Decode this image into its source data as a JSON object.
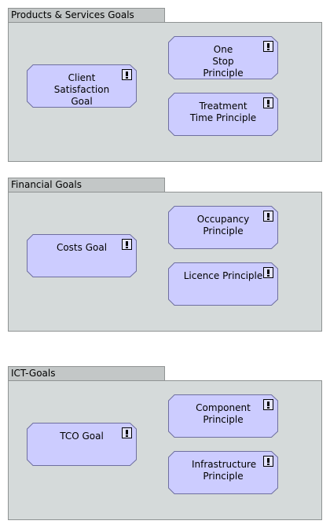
{
  "groups": [
    {
      "title": "Products & Services Goals",
      "nodes": [
        {
          "label": "Client Satisfaction Goal",
          "icon": "exclamation-icon"
        },
        {
          "label": "One Stop Principle",
          "icon": "exclamation-icon"
        },
        {
          "label": "Treatment Time Principle",
          "icon": "exclamation-icon"
        }
      ]
    },
    {
      "title": "Financial Goals",
      "nodes": [
        {
          "label": "Costs Goal",
          "icon": "exclamation-icon"
        },
        {
          "label": "Occupancy Principle",
          "icon": "exclamation-icon"
        },
        {
          "label": "Licence Principle",
          "icon": "exclamation-icon"
        }
      ]
    },
    {
      "title": "ICT-Goals",
      "nodes": [
        {
          "label": "TCO Goal",
          "icon": "exclamation-icon"
        },
        {
          "label": "Component Principle",
          "icon": "exclamation-icon"
        },
        {
          "label": "Infrastructure Principle",
          "icon": "exclamation-icon"
        }
      ]
    }
  ],
  "colors": {
    "group_fill": "#d5dada",
    "tab_fill": "#c3c7c7",
    "node_fill": "#ccccff",
    "node_stroke": "#6f6fa0"
  }
}
